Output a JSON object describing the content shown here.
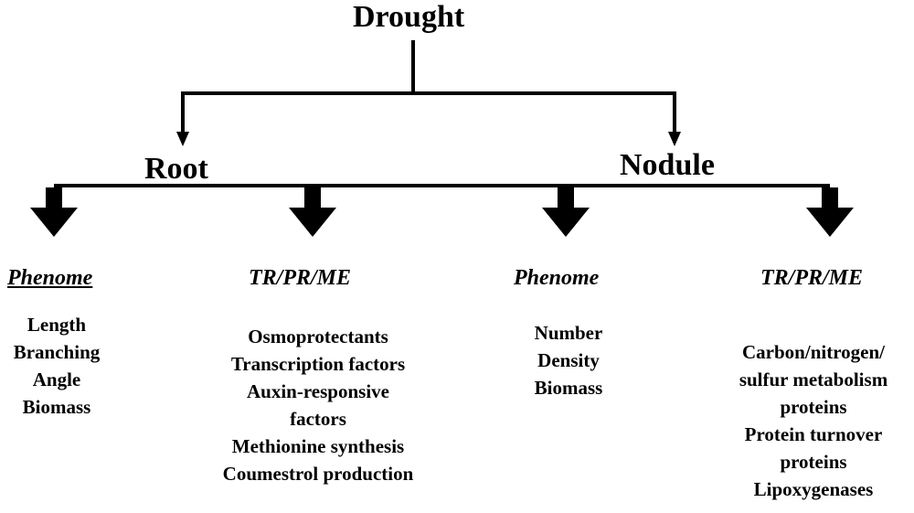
{
  "title": "Drought",
  "branches": {
    "root": {
      "label": "Root",
      "phenome": {
        "heading": "Phenome",
        "items": [
          "Length",
          "Branching",
          "Angle",
          "Biomass"
        ]
      },
      "omics": {
        "heading": "TR/PR/ME",
        "items": [
          "Osmoprotectants",
          "Transcription factors",
          "Auxin-responsive",
          "factors",
          "Methionine synthesis",
          "Coumestrol production"
        ]
      }
    },
    "nodule": {
      "label": "Nodule",
      "phenome": {
        "heading": "Phenome",
        "items": [
          "Number",
          "Density",
          "Biomass"
        ]
      },
      "omics": {
        "heading": "TR/PR/ME",
        "items": [
          "Carbon/nitrogen/",
          "sulfur metabolism",
          "proteins",
          "Protein turnover",
          "proteins",
          "Lipoxygenases"
        ]
      }
    }
  }
}
